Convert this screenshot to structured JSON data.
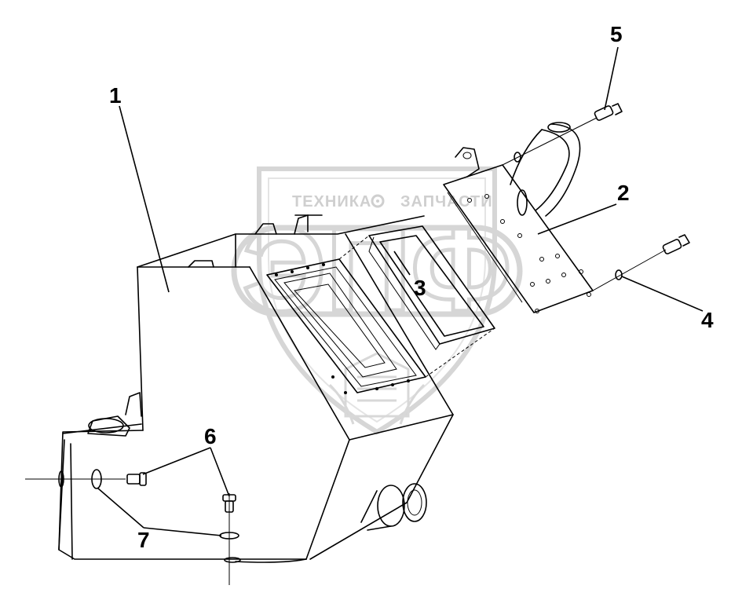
{
  "watermark": {
    "line_left": "ТЕХНИКА",
    "line_right": "ЗАПЧАСТИ",
    "logo_letters": "ЭПФ",
    "color": "#d6d6d6"
  },
  "callouts": [
    {
      "id": "1",
      "text": "1"
    },
    {
      "id": "2",
      "text": "2"
    },
    {
      "id": "3",
      "text": "3"
    },
    {
      "id": "4",
      "text": "4"
    },
    {
      "id": "5",
      "text": "5"
    },
    {
      "id": "6",
      "text": "6"
    },
    {
      "id": "7",
      "text": "7"
    }
  ],
  "colors": {
    "line": "#000000",
    "background": "#ffffff"
  }
}
